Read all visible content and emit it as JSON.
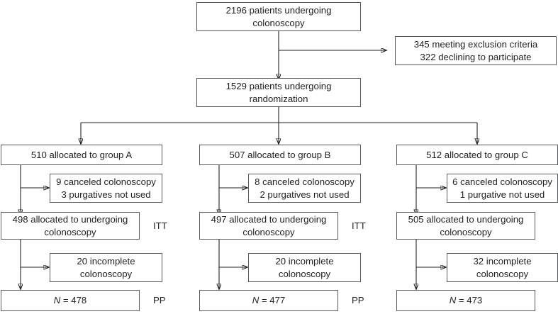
{
  "diagram": {
    "title": "CONSORT participant flow diagram",
    "stroke_color": "#231f20",
    "box_border_color": "#58595b",
    "background": "#ffffff"
  },
  "nodes": {
    "enrollment": {
      "line1": "2196 patients undergoing",
      "line2": "colonoscopy"
    },
    "exclusions": {
      "line1": "345 meeting exclusion criteria",
      "line2": "322 declining to participate"
    },
    "randomization": {
      "line1": "1529 patients undergoing",
      "line2": "randomization"
    },
    "allocation_a": {
      "line1": "510 allocated to group A"
    },
    "allocation_b": {
      "line1": "507 allocated to group B"
    },
    "allocation_c": {
      "line1": "512 allocated to group C"
    },
    "dropout_a": {
      "line1": "9 canceled colonoscopy",
      "line2": "3 purgatives not used"
    },
    "dropout_b": {
      "line1": "8 canceled colonoscopy",
      "line2": "2 purgatives not used"
    },
    "dropout_c": {
      "line1": "6 canceled colonoscopy",
      "line2": "1 purgative not used"
    },
    "itt_a": {
      "line1": "498 allocated to undergoing",
      "line2": "colonoscopy"
    },
    "itt_b": {
      "line1": "497 allocated to undergoing",
      "line2": "colonoscopy"
    },
    "itt_c": {
      "line1": "505 allocated to undergoing",
      "line2": "colonoscopy"
    },
    "incomplete_a": {
      "line1": "20 incomplete",
      "line2": "colonoscopy"
    },
    "incomplete_b": {
      "line1": "20 incomplete",
      "line2": "colonoscopy"
    },
    "incomplete_c": {
      "line1": "32 incomplete",
      "line2": "colonoscopy"
    },
    "final_a": {
      "n_symbol": "N",
      "value": " = 478"
    },
    "final_b": {
      "n_symbol": "N",
      "value": " = 477"
    },
    "final_c": {
      "n_symbol": "N",
      "value": " = 473"
    }
  },
  "annotations": {
    "itt_a_label": "ITT",
    "itt_b_label": "ITT",
    "pp_a_label": "PP",
    "pp_b_label": "PP"
  }
}
